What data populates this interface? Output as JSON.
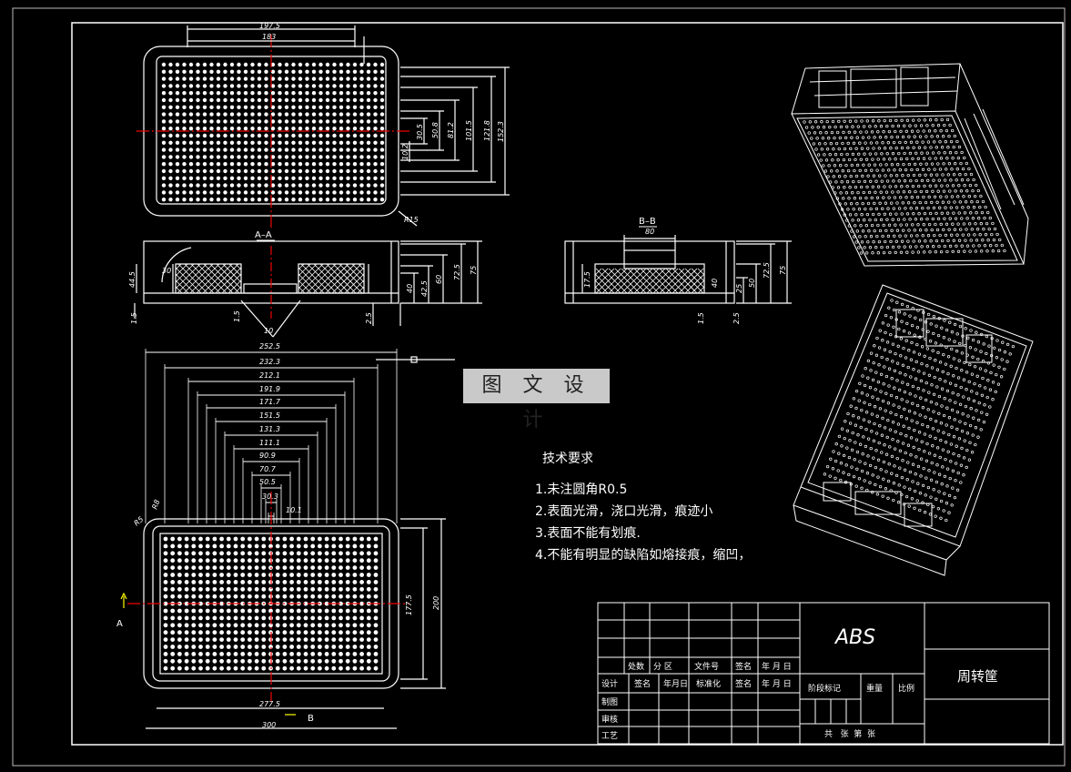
{
  "watermark": "图 文 设 计",
  "tech": {
    "title": "技术要求",
    "items": [
      "1.未注圆角R0.5",
      "2.表面光滑，浇口光滑，痕迹小",
      "3.表面不能有划痕.",
      "4.不能有明显的缺陷如熔接痕，缩凹，"
    ]
  },
  "sections": {
    "aa": "A–A",
    "bb": "B–B",
    "a_mark": "A",
    "b_mark": "B"
  },
  "dims": {
    "top": [
      "197.5",
      "183",
      "30.5",
      "50.8",
      "81.2",
      "101.5",
      "121.8",
      "152.3",
      "10.2",
      "R15"
    ],
    "aa": [
      "44.5",
      "1.5",
      "40",
      "42.5",
      "60",
      "72.5",
      "75",
      "2.5",
      "1.5",
      "30",
      "10"
    ],
    "bb": [
      "80",
      "17.5",
      "40",
      "25",
      "50",
      "72.5",
      "75",
      "1.5",
      "2.5"
    ],
    "plan": [
      "252.5",
      "232.3",
      "212.1",
      "191.9",
      "171.7",
      "151.5",
      "131.3",
      "111.1",
      "90.9",
      "70.7",
      "50.5",
      "30.3",
      "10.1",
      "277.5",
      "300",
      "177.5",
      "200",
      "R8",
      "R5"
    ]
  },
  "title_block": {
    "material": "ABS",
    "name": "周转筐",
    "headers": [
      "处数",
      "分 区",
      "文件号",
      "签名",
      "年 月 日"
    ],
    "row_labels": [
      "设计",
      "制图",
      "审核",
      "工艺"
    ],
    "design_row": [
      "签名",
      "年月日",
      "标准化",
      "签名",
      "年 月 日"
    ],
    "stage": "阶段标记",
    "weight": "重量",
    "scale": "比例",
    "sheets": "共   张  第  张"
  }
}
